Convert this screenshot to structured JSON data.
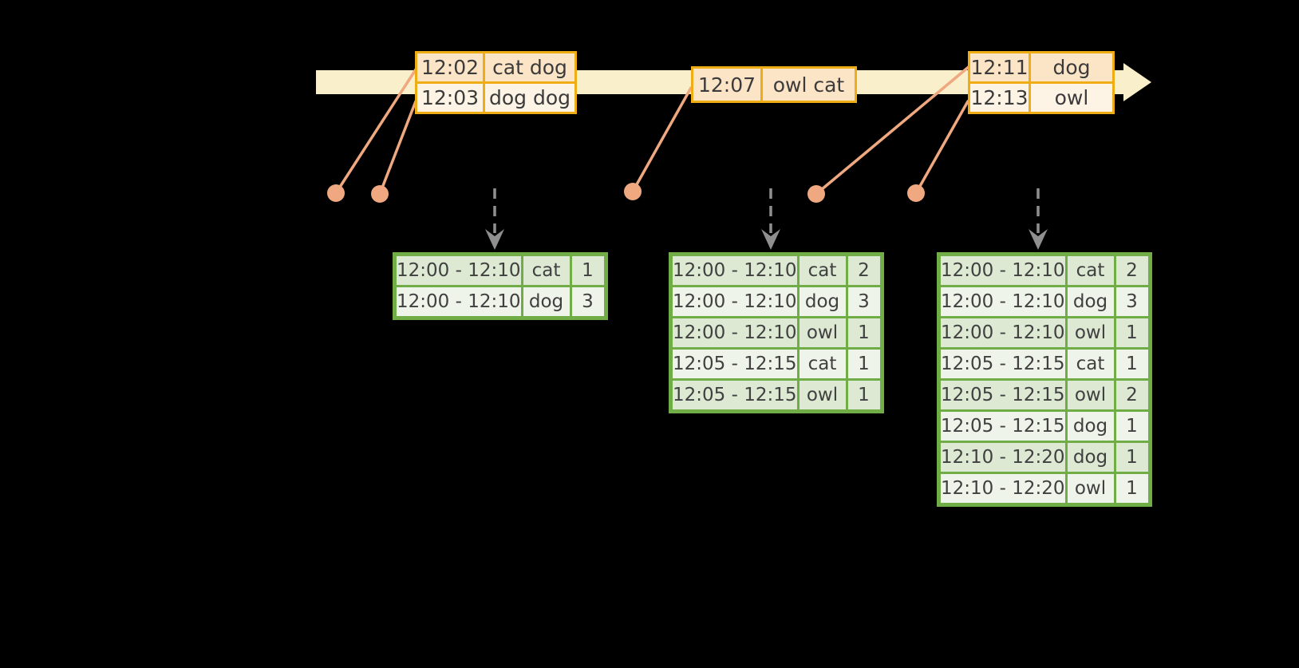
{
  "diagram": {
    "description": "event-time stream with windowed word-count result tables"
  },
  "colors": {
    "background": "#000000",
    "timeline_band": "#faefcb",
    "event_table_border": "#efad15",
    "event_row_dark": "#fce4c7",
    "event_row_light": "#fdf4e6",
    "connector_salmon": "#efa87f",
    "trigger_gray": "#8f8f8f",
    "result_table_border": "#70ad47",
    "result_row_dark": "#dde9d3",
    "result_row_light": "#eff4ea"
  },
  "event_tables": [
    {
      "rows": [
        {
          "time": "12:02",
          "words": "cat dog"
        },
        {
          "time": "12:03",
          "words": "dog dog"
        }
      ]
    },
    {
      "rows": [
        {
          "time": "12:07",
          "words": "owl cat"
        }
      ]
    },
    {
      "rows": [
        {
          "time": "12:11",
          "words": "dog"
        },
        {
          "time": "12:13",
          "words": "owl"
        }
      ]
    }
  ],
  "result_tables": [
    {
      "rows": [
        {
          "window": "12:00 - 12:10",
          "word": "cat",
          "count": "1"
        },
        {
          "window": "12:00 - 12:10",
          "word": "dog",
          "count": "3"
        }
      ]
    },
    {
      "rows": [
        {
          "window": "12:00 - 12:10",
          "word": "cat",
          "count": "2"
        },
        {
          "window": "12:00 - 12:10",
          "word": "dog",
          "count": "3"
        },
        {
          "window": "12:00 - 12:10",
          "word": "owl",
          "count": "1"
        },
        {
          "window": "12:05 - 12:15",
          "word": "cat",
          "count": "1"
        },
        {
          "window": "12:05 - 12:15",
          "word": "owl",
          "count": "1"
        }
      ]
    },
    {
      "rows": [
        {
          "window": "12:00 - 12:10",
          "word": "cat",
          "count": "2"
        },
        {
          "window": "12:00 - 12:10",
          "word": "dog",
          "count": "3"
        },
        {
          "window": "12:00 - 12:10",
          "word": "owl",
          "count": "1"
        },
        {
          "window": "12:05 - 12:15",
          "word": "cat",
          "count": "1"
        },
        {
          "window": "12:05 - 12:15",
          "word": "owl",
          "count": "2"
        },
        {
          "window": "12:05 - 12:15",
          "word": "dog",
          "count": "1"
        },
        {
          "window": "12:10 - 12:20",
          "word": "dog",
          "count": "1"
        },
        {
          "window": "12:10 - 12:20",
          "word": "owl",
          "count": "1"
        }
      ]
    }
  ]
}
